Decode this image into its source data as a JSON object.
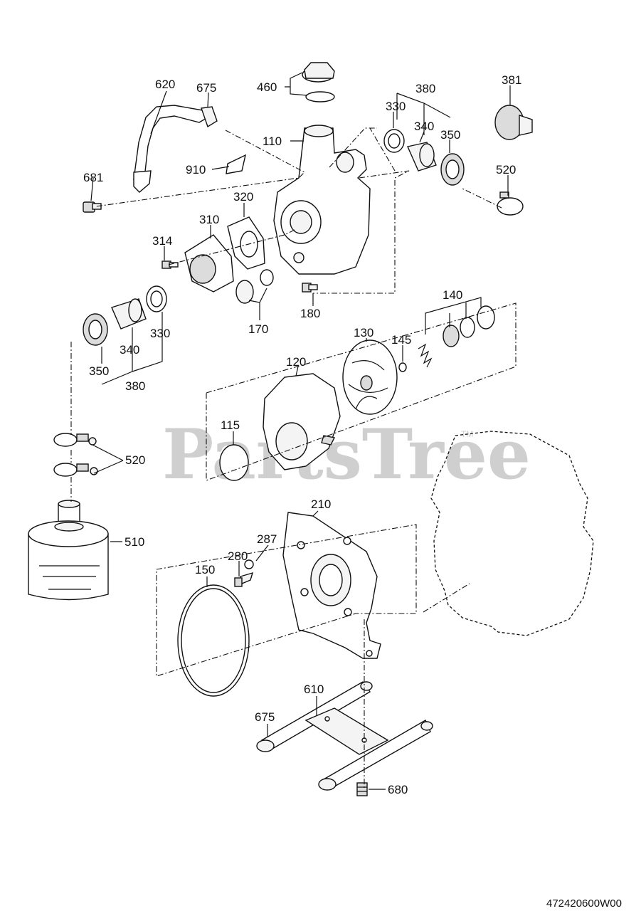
{
  "watermark": {
    "text": "PartsTree",
    "trademark": "TM"
  },
  "diagram_code": "472420600W00",
  "callouts": {
    "p620": "620",
    "p675a": "675",
    "p460": "460",
    "p380a": "380",
    "p381": "381",
    "p330a": "330",
    "p340a": "340",
    "p350a": "350",
    "p110": "110",
    "p910": "910",
    "p520a": "520",
    "p681": "681",
    "p320": "320",
    "p310": "310",
    "p314": "314",
    "p180": "180",
    "p170": "170",
    "p140": "140",
    "p130": "130",
    "p145": "145",
    "p330b": "330",
    "p340b": "340",
    "p350b": "350",
    "p380b": "380",
    "p120": "120",
    "p115": "115",
    "p520b": "520",
    "p510": "510",
    "p210": "210",
    "p287": "287",
    "p280": "280",
    "p150": "150",
    "p610": "610",
    "p675b": "675",
    "p680": "680"
  }
}
